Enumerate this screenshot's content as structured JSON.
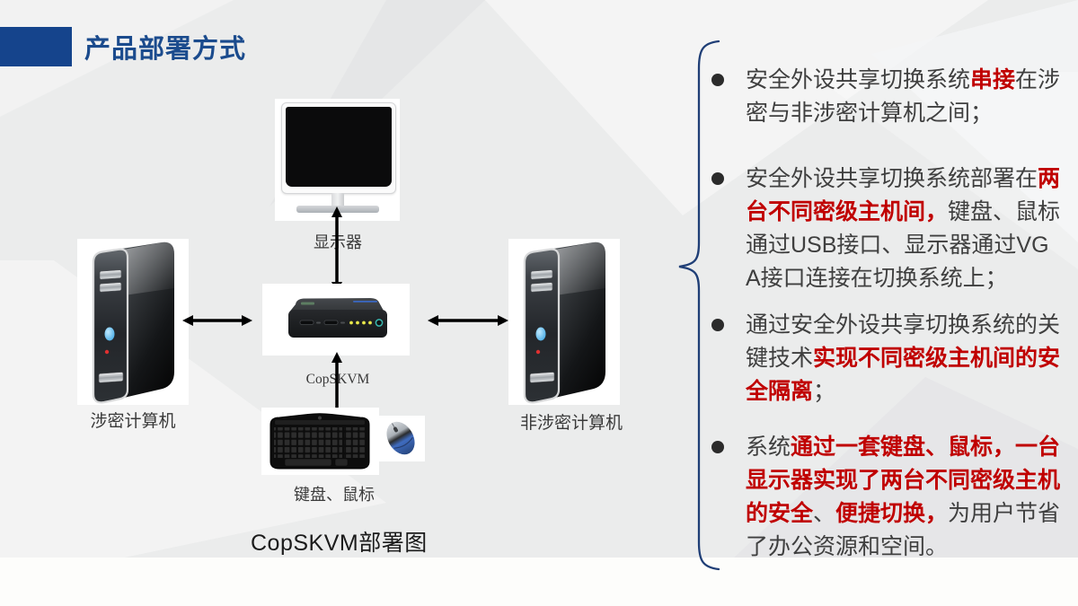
{
  "header": {
    "title": "产品部署方式"
  },
  "diagram": {
    "monitor_label": "显示器",
    "kvm_label": "CopSKVM",
    "keyboard_label": "键盘、鼠标",
    "secret_pc_label": "涉密计算机",
    "nonsecret_pc_label": "非涉密计算机",
    "caption": "CopSKVM部署图"
  },
  "bullets": [
    {
      "segments": [
        {
          "t": "安全外设共享切换系统",
          "s": "n"
        },
        {
          "t": "串接",
          "s": "r"
        },
        {
          "t": "在涉密与非涉密计算机之间；",
          "s": "n"
        }
      ]
    },
    {
      "segments": [
        {
          "t": "安全外设共享切换系统部署在",
          "s": "n"
        },
        {
          "t": "两台不同密级主机间，",
          "s": "r"
        },
        {
          "t": "键盘、鼠标通过USB接口、显示器通过VGA接口连接在切换系统上；",
          "s": "n"
        }
      ]
    },
    {
      "segments": [
        {
          "t": "通过安全外设共享切换系统的关键技术",
          "s": "n"
        },
        {
          "t": "实现不同密级主机间的安全隔离",
          "s": "r"
        },
        {
          "t": "；",
          "s": "n"
        }
      ]
    },
    {
      "segments": [
        {
          "t": "系统",
          "s": "n"
        },
        {
          "t": "通过一套键盘、鼠标，一台显示器实现了两台不同密级主机的安全",
          "s": "r"
        },
        {
          "t": "、",
          "s": "n"
        },
        {
          "t": "便捷切换，",
          "s": "r"
        },
        {
          "t": "为用户节省了办公资源和空间。",
          "s": "n"
        }
      ]
    }
  ],
  "colors": {
    "accent_blue": "#15448C",
    "title_blue": "#1B4B8D",
    "red": "#C00000",
    "text_dark": "#3F3F3F",
    "brace_blue": "#1F3E76"
  }
}
